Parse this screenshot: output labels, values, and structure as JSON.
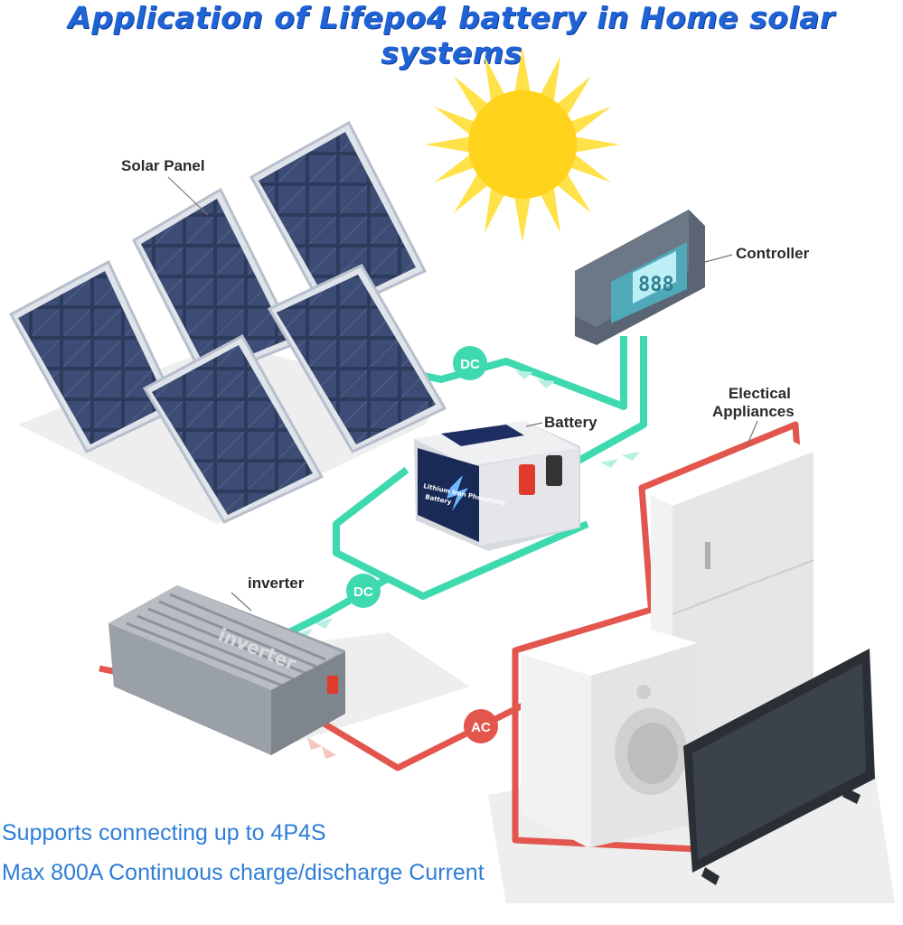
{
  "title": "Application of Lifepo4 battery in Home solar systems",
  "labels": {
    "solar_panel": "Solar Panel",
    "controller": "Controller",
    "battery": "Battery",
    "appliances_line1": "Electical",
    "appliances_line2": "Appliances",
    "inverter": "inverter"
  },
  "connectors": {
    "dc_top": "DC",
    "dc_bottom": "DC",
    "ac": "AC"
  },
  "device_text": {
    "controller_display": "888",
    "inverter_brand": "inverter",
    "battery_line1": "Lithium Iron Phosphate",
    "battery_line2": "Battery"
  },
  "captions": {
    "line1": "Supports connecting up to 4P4S",
    "line2": "Max 800A Continuous charge/discharge Current"
  },
  "colors": {
    "title": "#1f63d6",
    "dc_line": "#3fd9b0",
    "ac_line": "#e2564d",
    "sun": "#ffd21c",
    "caption": "#2f7ed8"
  }
}
